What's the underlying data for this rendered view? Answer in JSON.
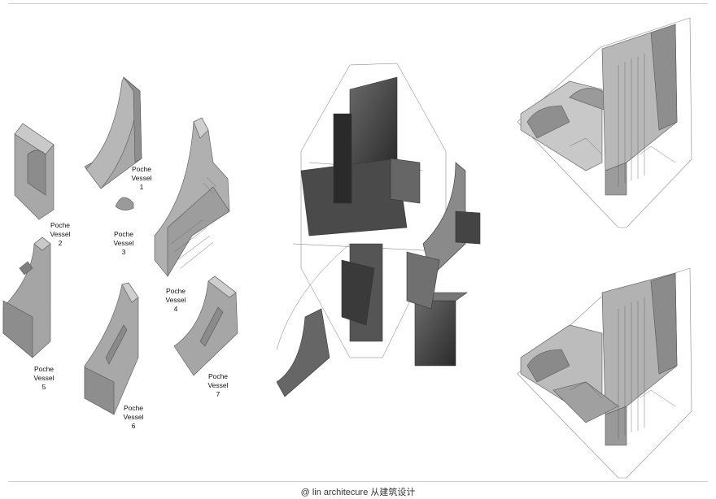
{
  "vessels": [
    {
      "key": "v1",
      "line1": "Poche",
      "line2": "Vessel",
      "num": "1"
    },
    {
      "key": "v2",
      "line1": "Poche",
      "line2": "Vessel",
      "num": "2"
    },
    {
      "key": "v3",
      "line1": "Poche",
      "line2": "Vessel",
      "num": "3"
    },
    {
      "key": "v4",
      "line1": "Poche",
      "line2": "Vessel",
      "num": "4"
    },
    {
      "key": "v5",
      "line1": "Poche",
      "line2": "Vessel",
      "num": "5"
    },
    {
      "key": "v6",
      "line1": "Poche",
      "line2": "Vessel",
      "num": "6"
    },
    {
      "key": "v7",
      "line1": "Poche",
      "line2": "Vessel",
      "num": "7"
    }
  ],
  "credit": "@ lin architecure 从建筑设计",
  "colors": {
    "solid_fill": "#9a9a9a",
    "dark_fill": "#3a3a3a",
    "glass_fill": "#d6d6d6",
    "line": "#555555"
  }
}
